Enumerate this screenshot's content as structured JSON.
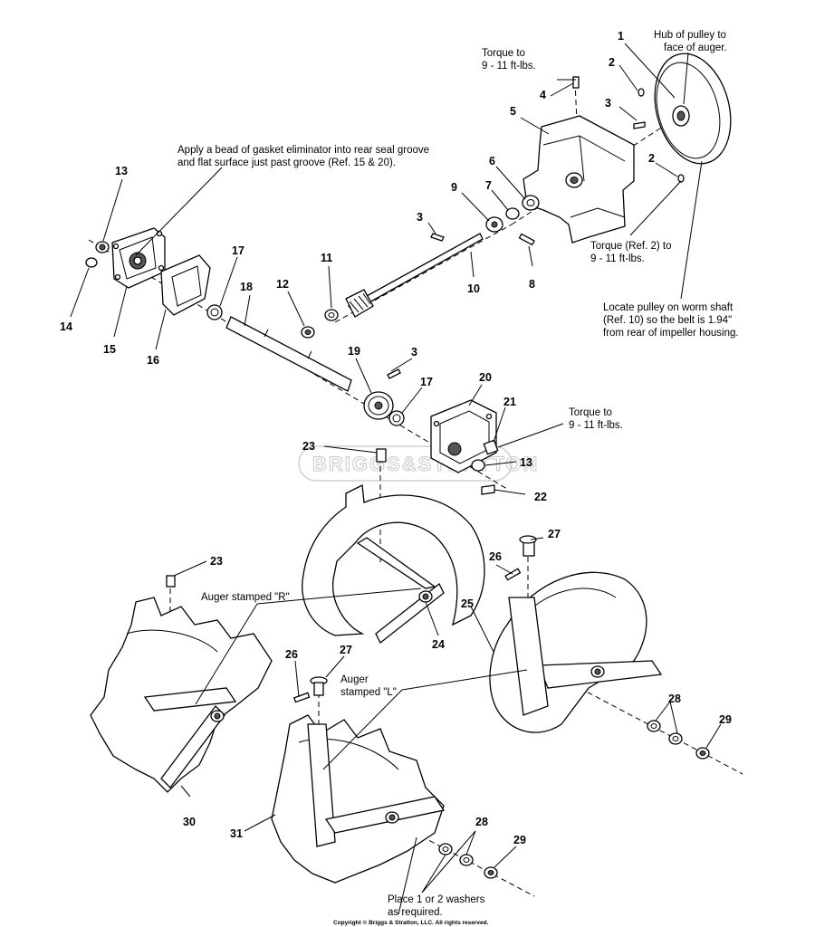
{
  "notes": {
    "hub_line1": "Hub of pulley to",
    "hub_line2": "face of auger.",
    "torque_top_line1": "Torque to",
    "torque_top_line2": "9 - 11 ft-lbs.",
    "gasket_line1": "Apply a bead of gasket eliminator into rear seal groove",
    "gasket_line2": "and flat surface just past groove (Ref. 15 & 20).",
    "torque_ref2_line1": "Torque (Ref. 2) to",
    "torque_ref2_line2": "9 - 11 ft-lbs.",
    "locate_line1": "Locate pulley on worm shaft",
    "locate_line2": "(Ref. 10) so the belt is 1.94\"",
    "locate_line3": "from rear of impeller housing.",
    "torque_right_line1": "Torque to",
    "torque_right_line2": "9 - 11 ft-lbs.",
    "auger_r": "Auger stamped \"R\"",
    "auger_l_line1": "Auger",
    "auger_l_line2": "stamped \"L\"",
    "washers_line1": "Place 1 or 2 washers",
    "washers_line2": "as required."
  },
  "watermark": "BRIGGS&STRATTON",
  "copyright": "Copyright © Briggs & Stratton, LLC. All rights reserved.",
  "labels": {
    "l1": "1",
    "l2a": "2",
    "l2b": "2",
    "l3a": "3",
    "l3b": "3",
    "l3c": "3",
    "l4": "4",
    "l5": "5",
    "l6": "6",
    "l7": "7",
    "l8": "8",
    "l9": "9",
    "l10": "10",
    "l11": "11",
    "l12": "12",
    "l13a": "13",
    "l13b": "13",
    "l14": "14",
    "l15": "15",
    "l16": "16",
    "l17a": "17",
    "l17b": "17",
    "l18": "18",
    "l19": "19",
    "l20": "20",
    "l21": "21",
    "l22": "22",
    "l23a": "23",
    "l23b": "23",
    "l24": "24",
    "l25": "25",
    "l26a": "26",
    "l26b": "26",
    "l27a": "27",
    "l27b": "27",
    "l28a": "28",
    "l28b": "28",
    "l29a": "29",
    "l29b": "29",
    "l30": "30",
    "l31": "31"
  }
}
